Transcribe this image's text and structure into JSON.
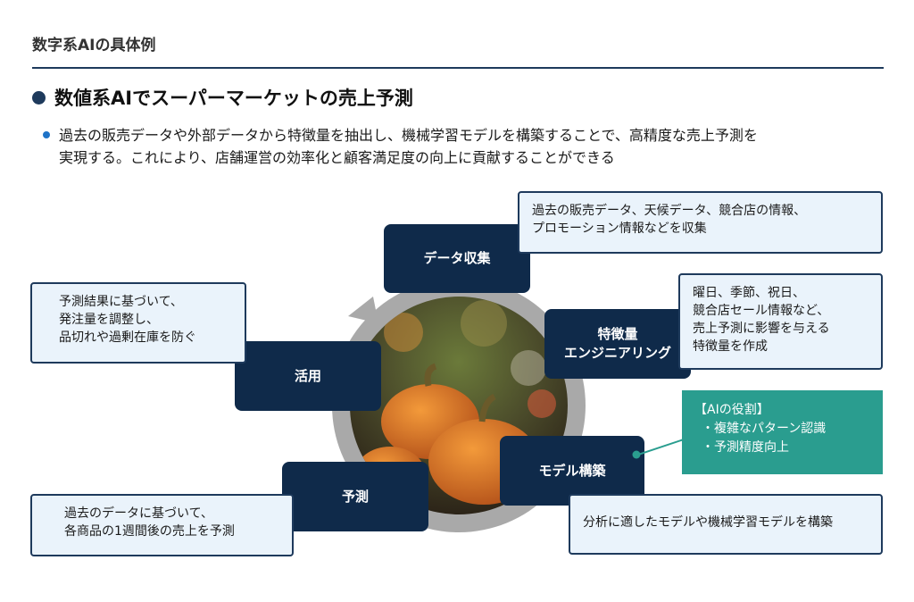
{
  "header": {
    "title": "数字系AIの具体例"
  },
  "section": {
    "heading": "数値系AIでスーパーマーケットの売上予測",
    "summary": "過去の販売データや外部データから特徴量を抽出し、機械学習モデルを構築することで、高精度な売上予測を\n実現する。これにより、店舗運営の効率化と顧客満足度の向上に貢献することができる"
  },
  "diagram": {
    "nodes": {
      "data_collection": "データ収集",
      "feature_engineering": "特徴量\nエンジニアリング",
      "model_building": "モデル構築",
      "prediction": "予測",
      "utilization": "活用"
    },
    "notes": {
      "data_collection": "過去の販売データ、天候データ、競合店の情報、\nプロモーション情報などを収集",
      "feature_engineering": "曜日、季節、祝日、\n競合店セール情報など、\n売上予測に影響を与える\n特徴量を作成",
      "model_building": "分析に適したモデルや機械学習モデルを構築",
      "prediction": "過去のデータに基づいて、\n各商品の1週間後の売上を予測",
      "utilization": "予測結果に基づいて、\n発注量を調整し、\n品切れや過剰在庫を防ぐ"
    },
    "ai_role": {
      "title": "【AIの役割】",
      "items": [
        "・複雑なパターン認識",
        "・予測精度向上"
      ]
    },
    "colors": {
      "node": "#0f2a4a",
      "note_border": "#1e3a5c",
      "note_bg": "#eaf3fb",
      "ai_box": "#2a9d8f",
      "ring": "#a9a9a9"
    }
  }
}
